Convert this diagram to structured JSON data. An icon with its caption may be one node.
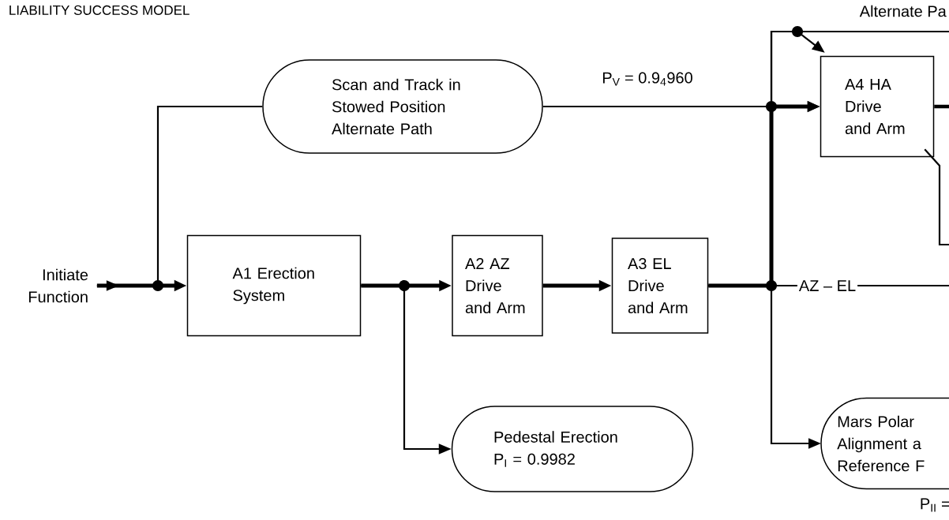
{
  "diagram": {
    "title": "LIABILITY SUCCESS MODEL",
    "nodes": [
      {
        "text": [
          "Initiate Function"
        ]
      },
      {
        "text": [
          "Scan and Track in Stowed Position Alternate Path"
        ]
      },
      {
        "text": [
          "A1 Erection System"
        ]
      },
      {
        "text": [
          "A2 AZ Drive and Arm"
        ]
      },
      {
        "text": [
          "A3 EL Drive and Arm"
        ]
      },
      {
        "text": [
          "Pedestal Erection",
          "P$_{I}$ = 0.9982"
        ]
      },
      {
        "text": [
          "A4 HA Drive and Arm"
        ]
      },
      {
        "text": [
          "Mars Polar Alignment a Reference F"
        ],
        "beside": [
          "P$_{II}$ ="
        ]
      }
    ],
    "edges": [
      {
        "from": 0,
        "to": 2,
        "arrow": "to",
        "style": "thick"
      },
      {
        "from": 0,
        "to": 1,
        "arrow": "to"
      },
      {
        "from": 2,
        "to": 3,
        "arrow": "to",
        "style": "thick"
      },
      {
        "from": 2,
        "to": 5,
        "arrow": "to"
      },
      {
        "from": 3,
        "to": 4,
        "arrow": "to",
        "style": "thick"
      },
      {
        "from": 4,
        "to": 6,
        "arrow": "to",
        "style": "thick"
      },
      {
        "from": 4,
        "to": 7,
        "arrow": "to"
      },
      {
        "from": 4,
        "to": null,
        "arrow": "none",
        "label": "AZ – EL"
      },
      {
        "from": 4,
        "to": 6,
        "arrow": "to"
      },
      {
        "from": 4,
        "to": null,
        "arrow": "none",
        "label": "Alternate Pa"
      },
      {
        "from": 1,
        "to": 6,
        "arrow": "to",
        "label": "P$_{V}$ = 0.9$_{4}$960"
      },
      {
        "from": 6,
        "to": null,
        "arrow": "none",
        "style": "thick"
      },
      {
        "from": 6,
        "to": null,
        "arrow": "none"
      }
    ]
  }
}
